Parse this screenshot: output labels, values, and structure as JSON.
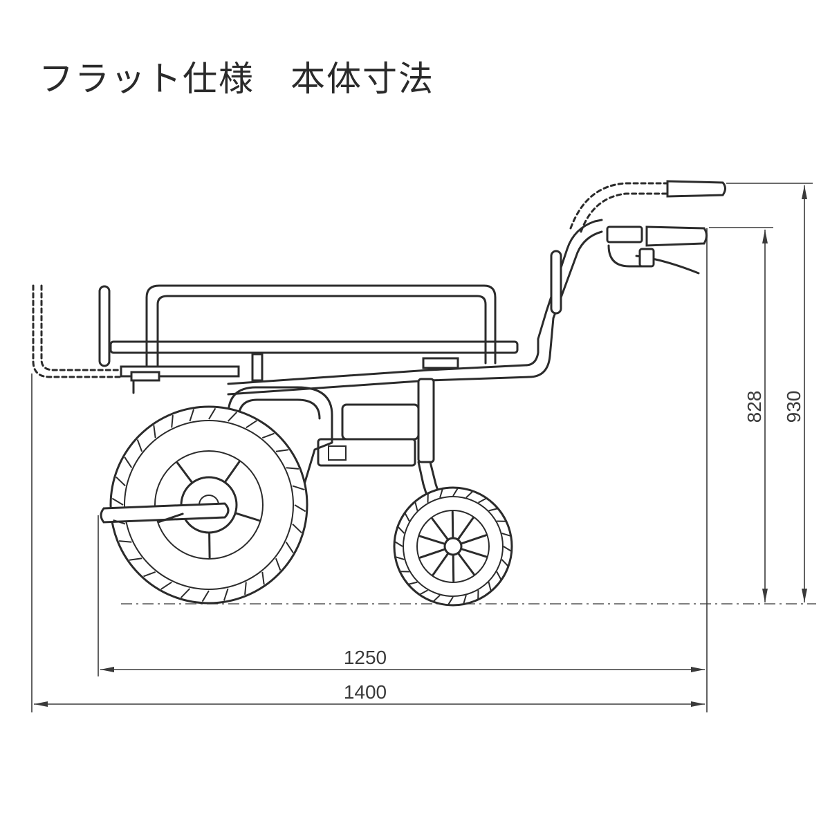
{
  "title": "フラット仕様　本体寸法",
  "dimensions": {
    "length_wheelbase": "1250",
    "length_total": "1400",
    "height_lower_handle": "828",
    "height_upper_handle": "930"
  }
}
